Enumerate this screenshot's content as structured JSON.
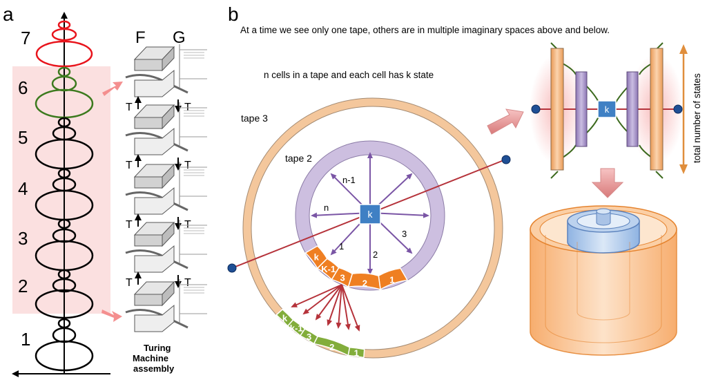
{
  "panel_a": {
    "label": "a",
    "levels": [
      "1",
      "2",
      "3",
      "4",
      "5",
      "6",
      "7"
    ],
    "column_f": "F",
    "column_g": "G",
    "transition_label": "T",
    "machine_caption": [
      "Turing",
      "Machine",
      "assembly"
    ]
  },
  "panel_b": {
    "label": "b",
    "heading": "At a time we see only one tape, others are in multiple imaginary spaces above and below.",
    "cells_note": "n cells in a tape and each cell has k state",
    "tape3_label": "tape 3",
    "tape2_label": "tape 2",
    "center_state": "k",
    "spoke_labels": {
      "n1": "n-1",
      "n": "n",
      "one": "1",
      "two": "2",
      "three": "3"
    },
    "tape2_cells": [
      "1",
      "2",
      "3",
      "K-1",
      "k"
    ],
    "tape3_cells": [
      "1",
      "2",
      "3",
      "k-1",
      "k"
    ],
    "side_state": "k",
    "side_axis_label": "total number of states"
  },
  "colors": {
    "red_loops": "#e8141c",
    "green_loops": "#3c7a1e",
    "pink_band": "#fbe0e0",
    "tape_outer": "#f4c79c",
    "tape_inner": "#cdbfe0",
    "cells_orange": "#ef7f22",
    "cells_green": "#82ad3b",
    "state_box": "#3f80c4",
    "arrow_purple": "#7a55a5",
    "arrow_red": "#b5323a"
  }
}
